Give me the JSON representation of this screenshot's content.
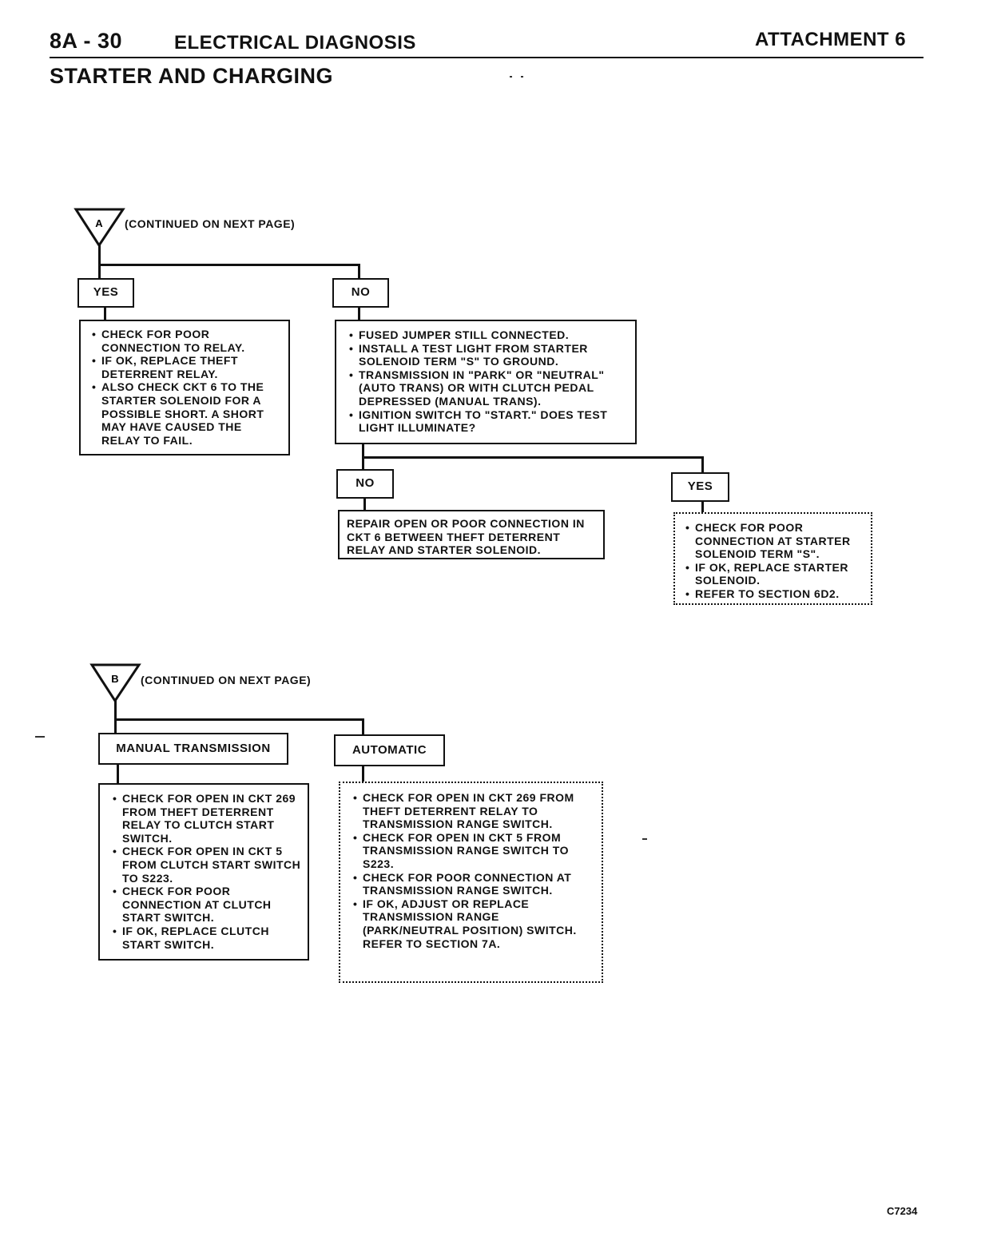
{
  "header": {
    "page_number": "8A - 30",
    "section_title": "ELECTRICAL DIAGNOSIS",
    "attachment": "ATTACHMENT 6",
    "subtitle": "STARTER AND CHARGING"
  },
  "flow_a": {
    "marker": "A",
    "continued": "(CONTINUED ON NEXT PAGE)",
    "yes_label": "YES",
    "no_label": "NO",
    "yes_box": {
      "items": [
        "CHECK FOR POOR CONNECTION TO RELAY.",
        "IF OK, REPLACE THEFT DETERRENT RELAY.",
        "ALSO CHECK CKT 6 TO THE STARTER SOLENOID FOR A POSSIBLE SHORT. A SHORT MAY HAVE CAUSED THE RELAY TO FAIL."
      ]
    },
    "no_box": {
      "items": [
        "FUSED JUMPER STILL CONNECTED.",
        "INSTALL A TEST LIGHT FROM STARTER SOLENOID TERM \"S\" TO GROUND.",
        "TRANSMISSION IN \"PARK\" OR \"NEUTRAL\" (AUTO TRANS) OR WITH CLUTCH PEDAL DEPRESSED (MANUAL TRANS).",
        "IGNITION SWITCH TO \"START.\" DOES TEST LIGHT ILLUMINATE?"
      ]
    },
    "no2_label": "NO",
    "yes2_label": "YES",
    "no2_box": "REPAIR OPEN OR POOR CONNECTION IN CKT 6 BETWEEN THEFT DETERRENT RELAY AND STARTER SOLENOID.",
    "yes2_box": {
      "items": [
        "CHECK FOR POOR CONNECTION AT STARTER SOLENOID TERM \"S\".",
        "IF OK, REPLACE STARTER SOLENOID.",
        "REFER TO SECTION 6D2."
      ]
    }
  },
  "flow_b": {
    "marker": "B",
    "continued": "(CONTINUED ON NEXT PAGE)",
    "manual_label": "MANUAL TRANSMISSION",
    "auto_label": "AUTOMATIC",
    "manual_box": {
      "items": [
        "CHECK FOR OPEN IN CKT 269 FROM THEFT DETERRENT RELAY TO CLUTCH START SWITCH.",
        "CHECK FOR OPEN IN CKT 5 FROM CLUTCH START SWITCH TO S223.",
        "CHECK FOR POOR CONNECTION AT CLUTCH START SWITCH.",
        "IF OK, REPLACE CLUTCH START SWITCH."
      ]
    },
    "auto_box": {
      "items": [
        "CHECK FOR OPEN IN CKT 269 FROM THEFT DETERRENT RELAY TO TRANSMISSION RANGE SWITCH.",
        "CHECK FOR OPEN IN CKT 5 FROM TRANSMISSION RANGE SWITCH TO S223.",
        "CHECK FOR POOR CONNECTION AT TRANSMISSION RANGE SWITCH.",
        "IF OK, ADJUST OR REPLACE TRANSMISSION RANGE (PARK/NEUTRAL POSITION) SWITCH. REFER TO SECTION 7A."
      ]
    }
  },
  "figure_code": "C7234"
}
